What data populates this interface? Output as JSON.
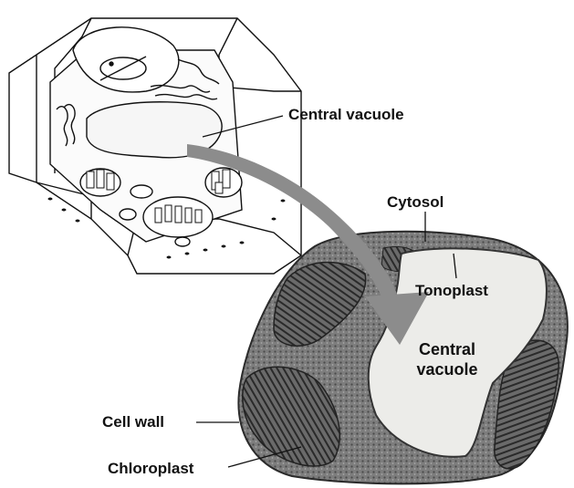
{
  "labels": {
    "central_vacuole_top": "Central vacuole",
    "cytosol": "Cytosol",
    "tonoplast": "Tonoplast",
    "central_vacuole_center_line1": "Central",
    "central_vacuole_center_line2": "vacuole",
    "cell_wall": "Cell wall",
    "chloroplast": "Chloroplast"
  },
  "colors": {
    "arrow": "#8c8c8c",
    "micrograph_dark": "#3a3a3a",
    "micrograph_mid": "#7a7a7a",
    "vacuole_fill": "#ececea",
    "line": "#111111"
  }
}
